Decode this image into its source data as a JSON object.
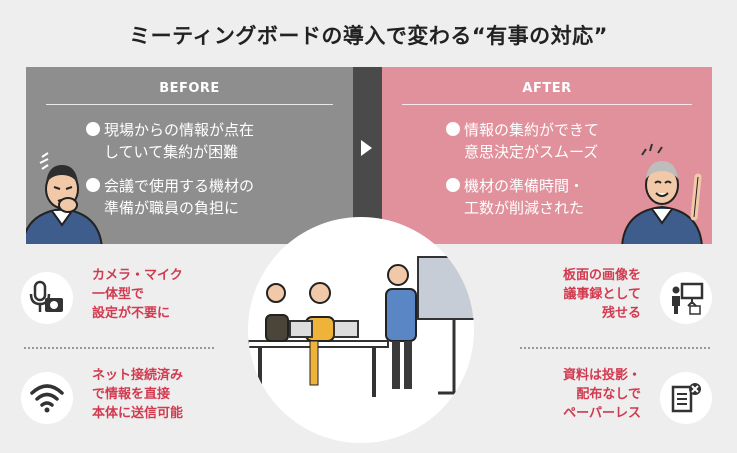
{
  "title": "ミーティングボードの導入で変わる“有事の対応”",
  "before": {
    "heading": "BEFORE",
    "items": [
      {
        "line1": "現場からの情報が点在",
        "line2": "していて集約が困難"
      },
      {
        "line1": "会議で使用する機材の",
        "line2": "準備が職員の負担に"
      }
    ]
  },
  "after": {
    "heading": "AFTER",
    "items": [
      {
        "line1": "情報の集約ができて",
        "line2": "意思決定がスムーズ"
      },
      {
        "line1": "機材の準備時間・",
        "line2": "工数が削減された"
      }
    ]
  },
  "features": {
    "camera": {
      "line1": "カメラ・マイク",
      "line2": "一体型で",
      "line3": "設定が不要に"
    },
    "wifi": {
      "line1": "ネット接続済み",
      "line2": "で情報を直接",
      "line3": "本体に送信可能"
    },
    "board": {
      "line1": "板面の画像を",
      "line2": "議事録として",
      "line3": "残せる"
    },
    "docs": {
      "line1": "資料は投影・",
      "line2": "配布なしで",
      "line3": "ペーパーレス"
    }
  },
  "colors": {
    "before_bg": "#8e8e8e",
    "after_bg": "#e0919c",
    "accent": "#d23a4f",
    "divider": "#4a4a4a"
  }
}
